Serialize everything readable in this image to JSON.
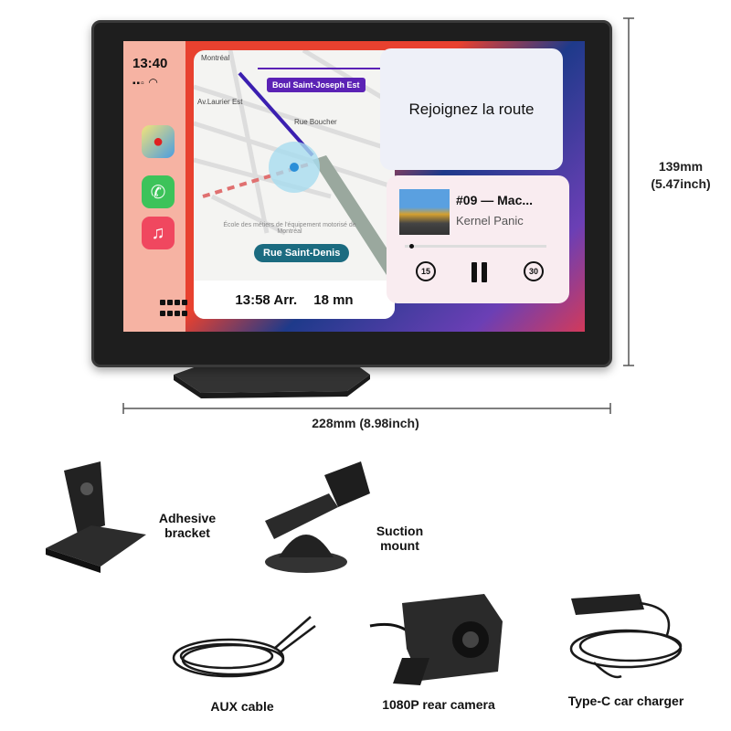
{
  "device": {
    "status": {
      "time": "13:40",
      "signal": "▪▪ ▮",
      "wifi": "wifi-icon"
    },
    "dock_apps": [
      {
        "name": "maps",
        "icon": "maps-icon",
        "color": "#4a9de0"
      },
      {
        "name": "phone",
        "icon": "phone-icon",
        "color": "#3cc35a"
      },
      {
        "name": "music",
        "icon": "music-icon",
        "color": "#f0475f"
      }
    ],
    "map": {
      "city": "Montréal",
      "streets": [
        "Av.Laurier Est",
        "Rue Boucher"
      ],
      "poi": "École des métiers de l'équipement motorisé de Montréal",
      "destination_street": "Boul Saint-Joseph Est",
      "current_street": "Rue Saint-Denis",
      "arrival": "13:58 Arr.",
      "duration": "18 mn"
    },
    "suggestion": "Rejoignez la route",
    "now_playing": {
      "track": "#09 — Mac...",
      "artist": "Kernel Panic",
      "progress": 0.03,
      "skip_back": "15",
      "skip_forward": "30"
    }
  },
  "dimensions": {
    "height": "139mm\n(5.47inch)",
    "height_mm": "139mm",
    "height_in": "(5.47inch)",
    "width": "228mm (8.98inch)"
  },
  "accessories": {
    "adhesive_bracket": "Adhesive bracket",
    "suction_mount": "Suction mount",
    "aux_cable": "AUX cable",
    "rear_camera": "1080P rear camera",
    "car_charger": "Type-C car charger"
  }
}
